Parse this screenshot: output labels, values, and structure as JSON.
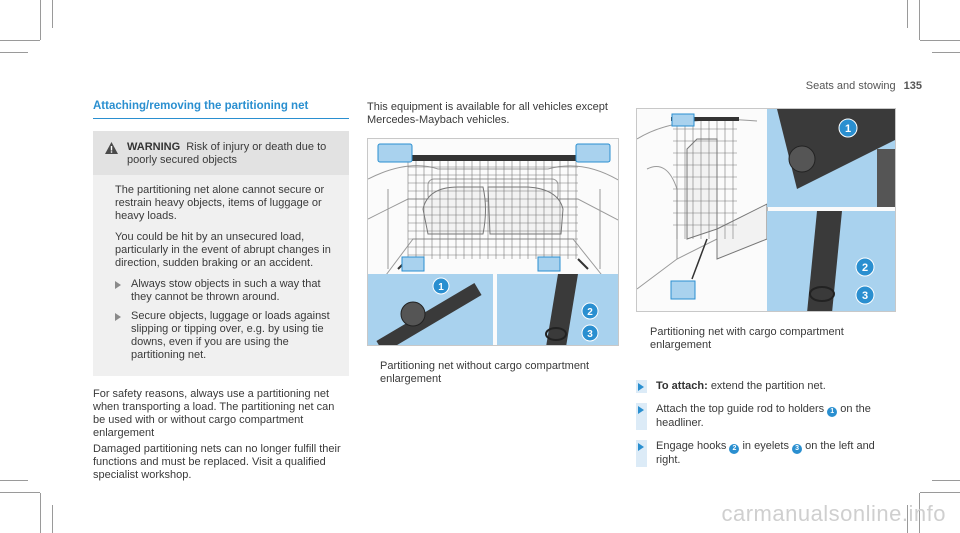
{
  "header": {
    "section": "Seats and stowing",
    "page_number": "135"
  },
  "section_title": "Attaching/removing the partitioning net",
  "warning": {
    "label": "WARNING",
    "headline": "Risk of injury or death due to poorly secured objects",
    "para1": "The partitioning net alone cannot secure or restrain heavy objects, items of luggage or heavy loads.",
    "para2": "You could be hit by an unsecured load, particularly in the event of abrupt changes in direction, sudden braking or an accident.",
    "bullets": [
      "Always stow objects in such a way that they cannot be thrown around.",
      "Secure objects, luggage or loads against slipping or tipping over, e.g. by using tie downs, even if you are using the partitioning net."
    ]
  },
  "body": {
    "para1": "For safety reasons, always use a partitioning net when transporting a load. The partitioning net can be used with or without cargo compartment enlargement",
    "para2": "Damaged partitioning nets can no longer fulfill their functions and must be replaced. Visit a qualified specialist workshop."
  },
  "col2_intro": "This equipment is available for all vehicles except Mercedes-Maybach vehicles.",
  "caption_left": "Partitioning net without cargo compartment enlargement",
  "caption_right": "Partitioning net with cargo compartment enlargement",
  "steps": [
    {
      "label": "To attach:",
      "text": "extend the partition net."
    },
    {
      "pre": "Attach the top guide rod to holders",
      "badge": "1",
      "post": "on the headliner."
    },
    {
      "pre": "Engage hooks",
      "badge": "2",
      "mid": "in eyelets",
      "badge2": "3",
      "post": "on the left and right."
    }
  ],
  "callouts": [
    "1",
    "2",
    "3"
  ],
  "watermark": "carmanualsonline.info",
  "colors": {
    "accent": "#2a8fd0",
    "callout_fill": "#a9d2ee"
  }
}
